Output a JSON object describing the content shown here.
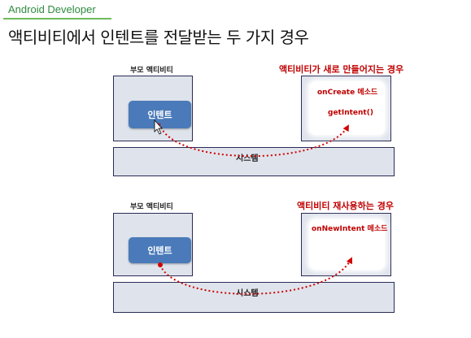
{
  "header": {
    "brand": "Android Developer",
    "title": "액티비티에서 인텐트를 전달받는 두 가지 경우"
  },
  "case1": {
    "parent_label": "부모 액티비티",
    "intent_label": "인텐트",
    "caption": "액티비티가 새로 만들어지는 경우",
    "method1": "onCreate 메소드",
    "method2": "getIntent()",
    "system_label": "시스템"
  },
  "case2": {
    "parent_label": "부모 액티비티",
    "intent_label": "인텐트",
    "caption": "액티비티 재사용하는 경우",
    "method1": "onNewIntent 메소드",
    "system_label": "시스템"
  },
  "colors": {
    "accent_red": "#c00000",
    "intent_blue": "#4a7ab9",
    "brand_green": "#2e8b3e"
  }
}
